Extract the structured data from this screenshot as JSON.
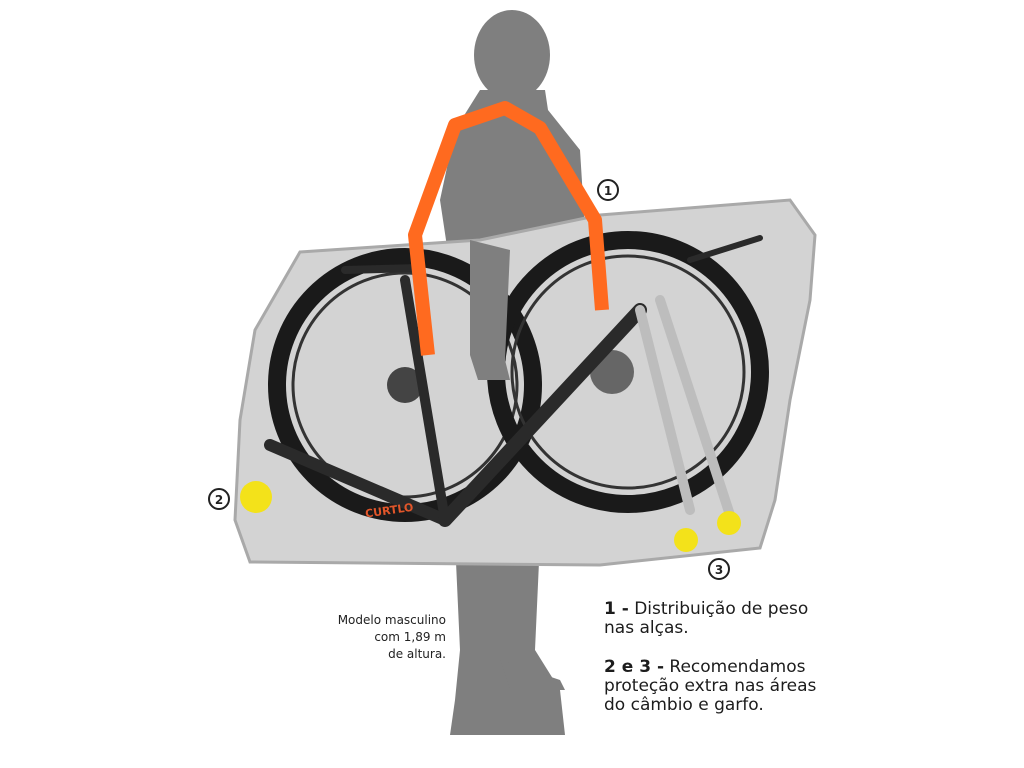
{
  "illustration": {
    "brand_logo": "CURTLO",
    "markers": [
      "1",
      "2",
      "3"
    ],
    "colors": {
      "strap": "#ff6a1f",
      "marker": "#f3e21a",
      "silhouette": "#7f7f7f",
      "bag": "#d3d3d3"
    }
  },
  "caption": {
    "line1": "Modelo masculino",
    "line2": "com 1,89 m",
    "line3": "de altura."
  },
  "notes": [
    {
      "number": "1 -",
      "text": "Distribuição de peso",
      "text2": "nas alças."
    },
    {
      "number": "2 e 3 -",
      "text": "Recomendamos",
      "text2": "proteção extra nas áreas",
      "text3": "do câmbio e garfo."
    }
  ]
}
